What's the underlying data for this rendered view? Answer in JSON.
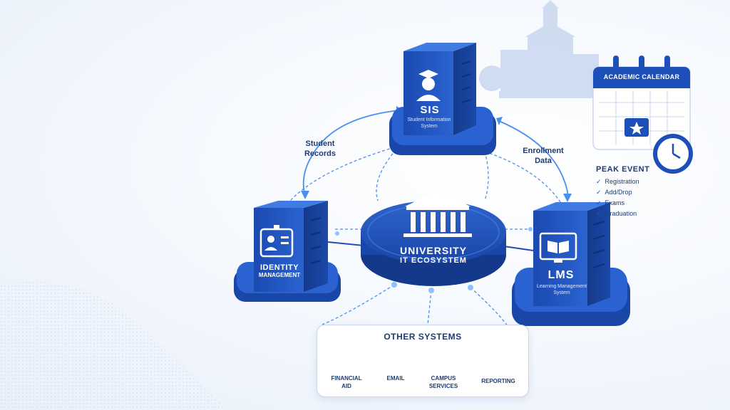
{
  "flows": {
    "student_records": [
      "Student",
      "Records"
    ],
    "enrollment_data": [
      "Enrollment",
      "Data"
    ]
  },
  "sis": {
    "title": "SIS",
    "subtitle": [
      "Student Information",
      "System"
    ]
  },
  "identity": {
    "title": [
      "IDENTITY",
      "MANAGEMENT"
    ]
  },
  "lms": {
    "title": "LMS",
    "subtitle": [
      "Learning Management",
      "System"
    ]
  },
  "hub": {
    "title": [
      "UNIVERSITY",
      "IT ECOSYSTEM"
    ]
  },
  "calendar": {
    "title": "ACADEMIC CALENDAR"
  },
  "peak_event": {
    "title": "PEAK EVENT",
    "items": [
      "Registration",
      "Add/Drop",
      "Exams",
      "Graduation"
    ]
  },
  "other_systems": {
    "title": "OTHER SYSTEMS",
    "items": [
      {
        "label": [
          "FINANCIAL",
          "AID"
        ],
        "icon": "financial-aid-icon"
      },
      {
        "label": [
          "EMAIL"
        ],
        "icon": "email-icon"
      },
      {
        "label": [
          "CAMPUS",
          "SERVICES"
        ],
        "icon": "cloud-icon"
      },
      {
        "label": [
          "REPORTING"
        ],
        "icon": "monitor-chart-icon"
      }
    ]
  },
  "colors": {
    "primary": "#1d4fb8",
    "dark": "#14388a",
    "light": "#3f7be0",
    "accent": "#4a8ff0",
    "text": "#1f3b70"
  }
}
